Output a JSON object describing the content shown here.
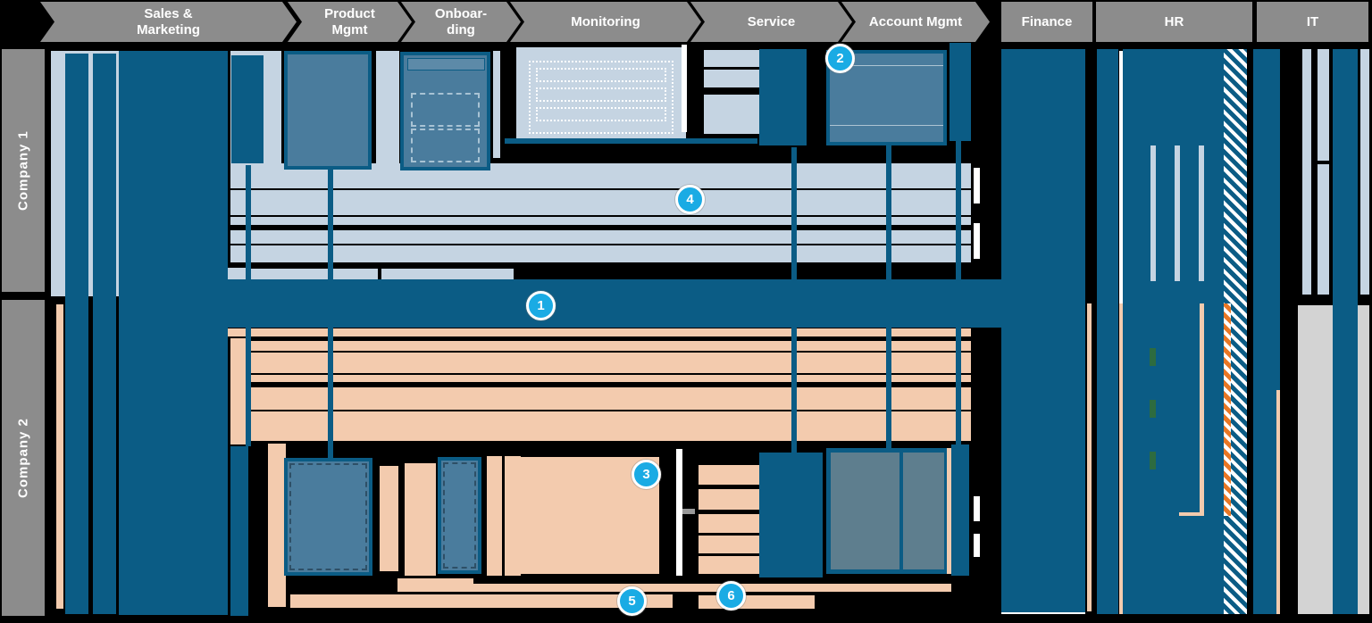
{
  "header": {
    "steps": [
      {
        "label": "Sales &\nMarketing"
      },
      {
        "label": "Product\nMgmt"
      },
      {
        "label": "Onboar-\nding"
      },
      {
        "label": "Monitoring"
      },
      {
        "label": "Service"
      },
      {
        "label": "Account Mgmt"
      }
    ],
    "departments": [
      {
        "label": "Finance"
      },
      {
        "label": "HR"
      },
      {
        "label": "IT"
      }
    ]
  },
  "lanes": [
    {
      "label": "Company 1"
    },
    {
      "label": "Company 2"
    }
  ],
  "badges": [
    {
      "label": "1"
    },
    {
      "label": "2"
    },
    {
      "label": "3"
    },
    {
      "label": "4"
    },
    {
      "label": "5"
    },
    {
      "label": "6"
    }
  ],
  "colors": {
    "dark_blue": "#0b5c85",
    "light_blue": "#c5d4e2",
    "peach": "#f3cbae",
    "steel_blue": "#4a7c9d",
    "gray_header": "#8c8c8c",
    "badge_cyan": "#1aabe4",
    "hatch_orange": "#e87725",
    "green_marker": "#2d6b3f",
    "gray_panel": "#d3d3d3",
    "background": "#000000"
  }
}
